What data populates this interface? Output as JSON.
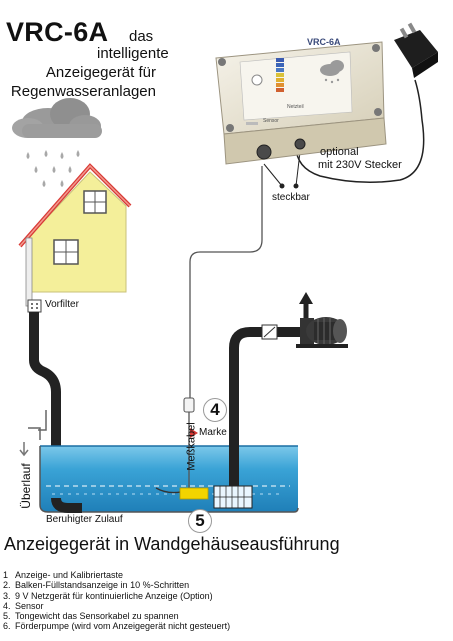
{
  "title": {
    "main": "VRC-6A",
    "das": "das",
    "line2": "intelligente",
    "line3": "Anzeigegerät für",
    "line4": "Regenwasseranlagen"
  },
  "device": {
    "model_label": "VRC-6A",
    "sensor_label": "Sensor",
    "netzteil_label": "Netzteil",
    "optional_line1": "optional",
    "optional_line2": "mit 230V Stecker",
    "steckbar": "steckbar"
  },
  "diagram": {
    "vorfilter": "Vorfilter",
    "marke": "Marke",
    "messkabel": "Meßkabel",
    "ueberlauf": "Überlauf",
    "zulauf": "Beruhigter Zulauf",
    "marker4": "4",
    "marker5": "5"
  },
  "subtitle": "Anzeigegerät in Wandgehäuseausführung",
  "legend": [
    {
      "n": "1",
      "text": "Anzeige- und Kalibriertaste"
    },
    {
      "n": "2.",
      "text": "Balken-Füllstandsanzeige in 10 %-Schritten"
    },
    {
      "n": "3.",
      "text": "9 V  Netzgerät für kontinuierliche Anzeige (Option)"
    },
    {
      "n": "4.",
      "text": "Sensor"
    },
    {
      "n": "5.",
      "text": "Tongewicht das Sensorkabel zu spannen"
    },
    {
      "n": "6.",
      "text": "Förderpumpe (wird vom Anzeigegerät nicht gesteuert)"
    }
  ],
  "colors": {
    "water": "#2a93c9",
    "water_light": "#7cc8ea",
    "house_wall": "#f4ef9a",
    "roof": "#d93a36",
    "cloud": "#9a9a9a",
    "pipe": "#222222",
    "sensor_weight": "#f2d400",
    "device_box": "#e9e4d4"
  }
}
